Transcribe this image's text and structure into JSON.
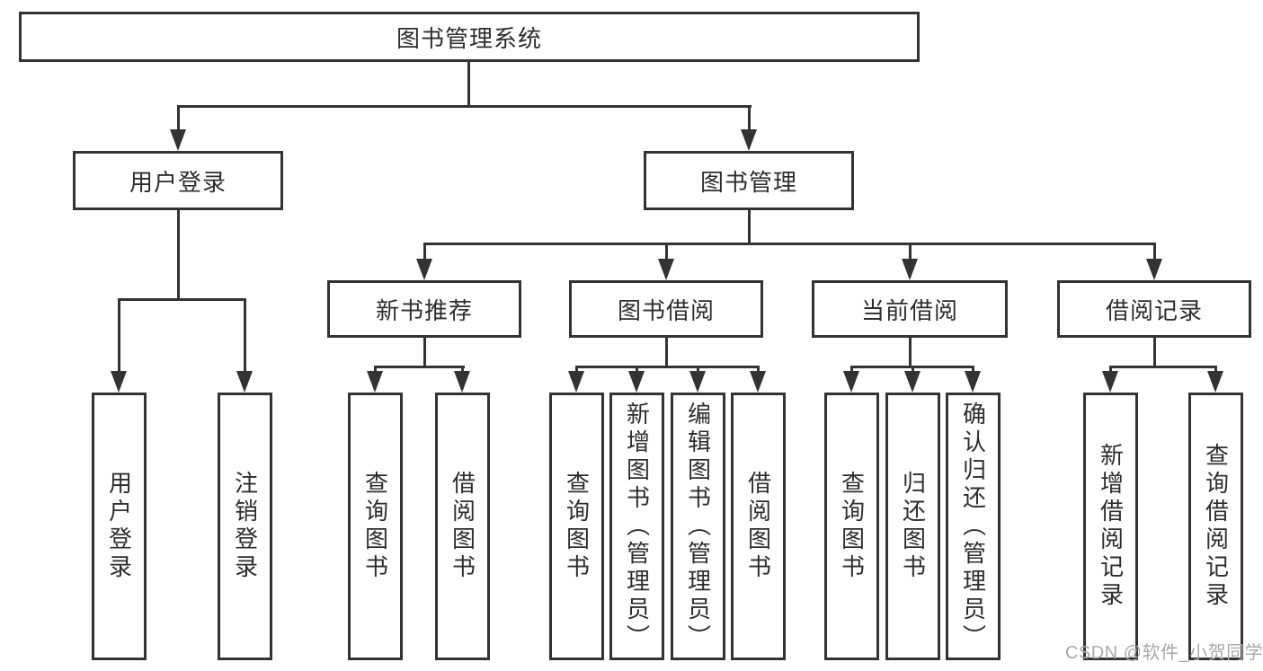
{
  "diagram": {
    "title": "图书管理系统",
    "root": {
      "label": "图书管理系统"
    },
    "level2": [
      {
        "label": "用户登录"
      },
      {
        "label": "图书管理"
      }
    ],
    "level3": [
      {
        "label": "新书推荐",
        "parent": "图书管理"
      },
      {
        "label": "图书借阅",
        "parent": "图书管理"
      },
      {
        "label": "当前借阅",
        "parent": "图书管理"
      },
      {
        "label": "借阅记录",
        "parent": "图书管理"
      }
    ],
    "leaves": [
      {
        "label": "用户登录",
        "parent": "用户登录"
      },
      {
        "label": "注销登录",
        "parent": "用户登录"
      },
      {
        "label": "查询图书",
        "parent": "新书推荐"
      },
      {
        "label": "借阅图书",
        "parent": "新书推荐"
      },
      {
        "label": "查询图书",
        "parent": "图书借阅"
      },
      {
        "label": "新增图书（管理员）",
        "parent": "图书借阅"
      },
      {
        "label": "编辑图书（管理员）",
        "parent": "图书借阅"
      },
      {
        "label": "借阅图书",
        "parent": "图书借阅"
      },
      {
        "label": "查询图书",
        "parent": "当前借阅"
      },
      {
        "label": "归还图书",
        "parent": "当前借阅"
      },
      {
        "label": "确认归还（管理员）",
        "parent": "当前借阅"
      },
      {
        "label": "新增借阅记录",
        "parent": "借阅记录"
      },
      {
        "label": "查询借阅记录",
        "parent": "借阅记录"
      }
    ],
    "watermark": "CSDN @软件_小贺同学",
    "colors": {
      "line": "#333333",
      "box_border": "#333333",
      "box_fill": "#ffffff",
      "text": "#2d2d2d",
      "watermark": "#a9a9a9",
      "background": "#ffffff"
    }
  }
}
